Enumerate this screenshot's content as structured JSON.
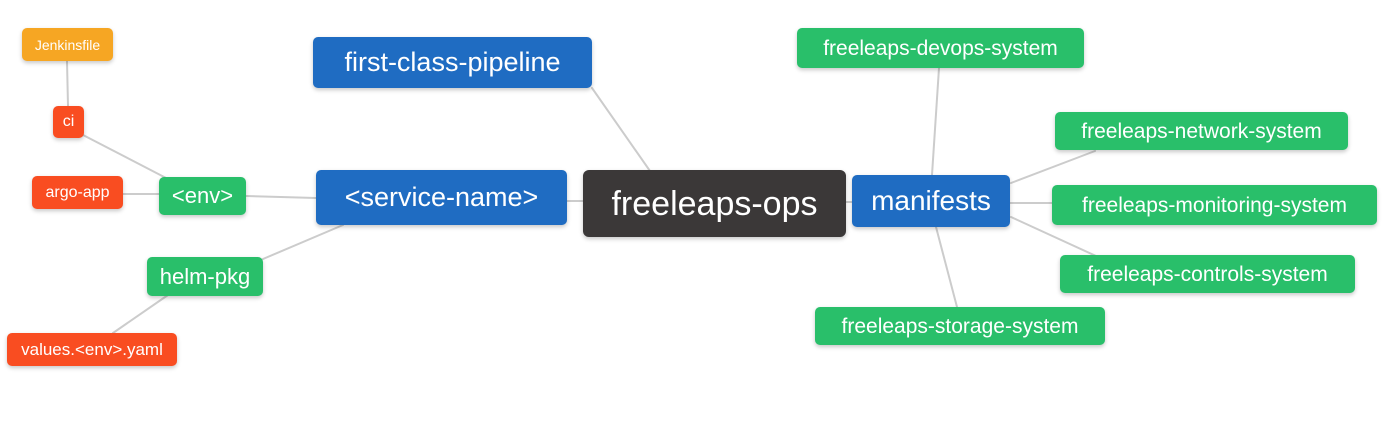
{
  "diagram": {
    "type": "mindmap",
    "root": "freeleaps-ops"
  },
  "colors": {
    "root_node": "#3b3838",
    "branch_node": "#1f6cc2",
    "leaf_green": "#29bf6a",
    "leaf_red": "#f94d21",
    "leaf_orange": "#f6a623",
    "edge_line": "#cccccc",
    "node_text": "#ffffff",
    "background": "#ffffff"
  },
  "nodes": [
    {
      "id": "jenkinsfile",
      "label": "Jenkinsfile",
      "color": "orange"
    },
    {
      "id": "ci",
      "label": "ci",
      "color": "red"
    },
    {
      "id": "argo-app",
      "label": "argo-app",
      "color": "red"
    },
    {
      "id": "env",
      "label": "<env>",
      "color": "green"
    },
    {
      "id": "helm-pkg",
      "label": "helm-pkg",
      "color": "green"
    },
    {
      "id": "values-env-yaml",
      "label": "values.<env>.yaml",
      "color": "red"
    },
    {
      "id": "first-class-pipeline",
      "label": "first-class-pipeline",
      "color": "blue"
    },
    {
      "id": "service-name",
      "label": "<service-name>",
      "color": "blue"
    },
    {
      "id": "freeleaps-ops",
      "label": "freeleaps-ops",
      "color": "dark"
    },
    {
      "id": "manifests",
      "label": "manifests",
      "color": "blue"
    },
    {
      "id": "freeleaps-devops-system",
      "label": "freeleaps-devops-system",
      "color": "green"
    },
    {
      "id": "freeleaps-network-system",
      "label": "freeleaps-network-system",
      "color": "green"
    },
    {
      "id": "freeleaps-monitoring-system",
      "label": "freeleaps-monitoring-system",
      "color": "green"
    },
    {
      "id": "freeleaps-controls-system",
      "label": "freeleaps-controls-system",
      "color": "green"
    },
    {
      "id": "freeleaps-storage-system",
      "label": "freeleaps-storage-system",
      "color": "green"
    }
  ],
  "edges": [
    {
      "from": "ci",
      "to": "jenkinsfile"
    },
    {
      "from": "env",
      "to": "ci"
    },
    {
      "from": "env",
      "to": "argo-app"
    },
    {
      "from": "service-name",
      "to": "env"
    },
    {
      "from": "service-name",
      "to": "helm-pkg"
    },
    {
      "from": "helm-pkg",
      "to": "values-env-yaml"
    },
    {
      "from": "freeleaps-ops",
      "to": "first-class-pipeline"
    },
    {
      "from": "freeleaps-ops",
      "to": "service-name"
    },
    {
      "from": "freeleaps-ops",
      "to": "manifests"
    },
    {
      "from": "manifests",
      "to": "freeleaps-devops-system"
    },
    {
      "from": "manifests",
      "to": "freeleaps-network-system"
    },
    {
      "from": "manifests",
      "to": "freeleaps-monitoring-system"
    },
    {
      "from": "manifests",
      "to": "freeleaps-controls-system"
    },
    {
      "from": "manifests",
      "to": "freeleaps-storage-system"
    }
  ]
}
